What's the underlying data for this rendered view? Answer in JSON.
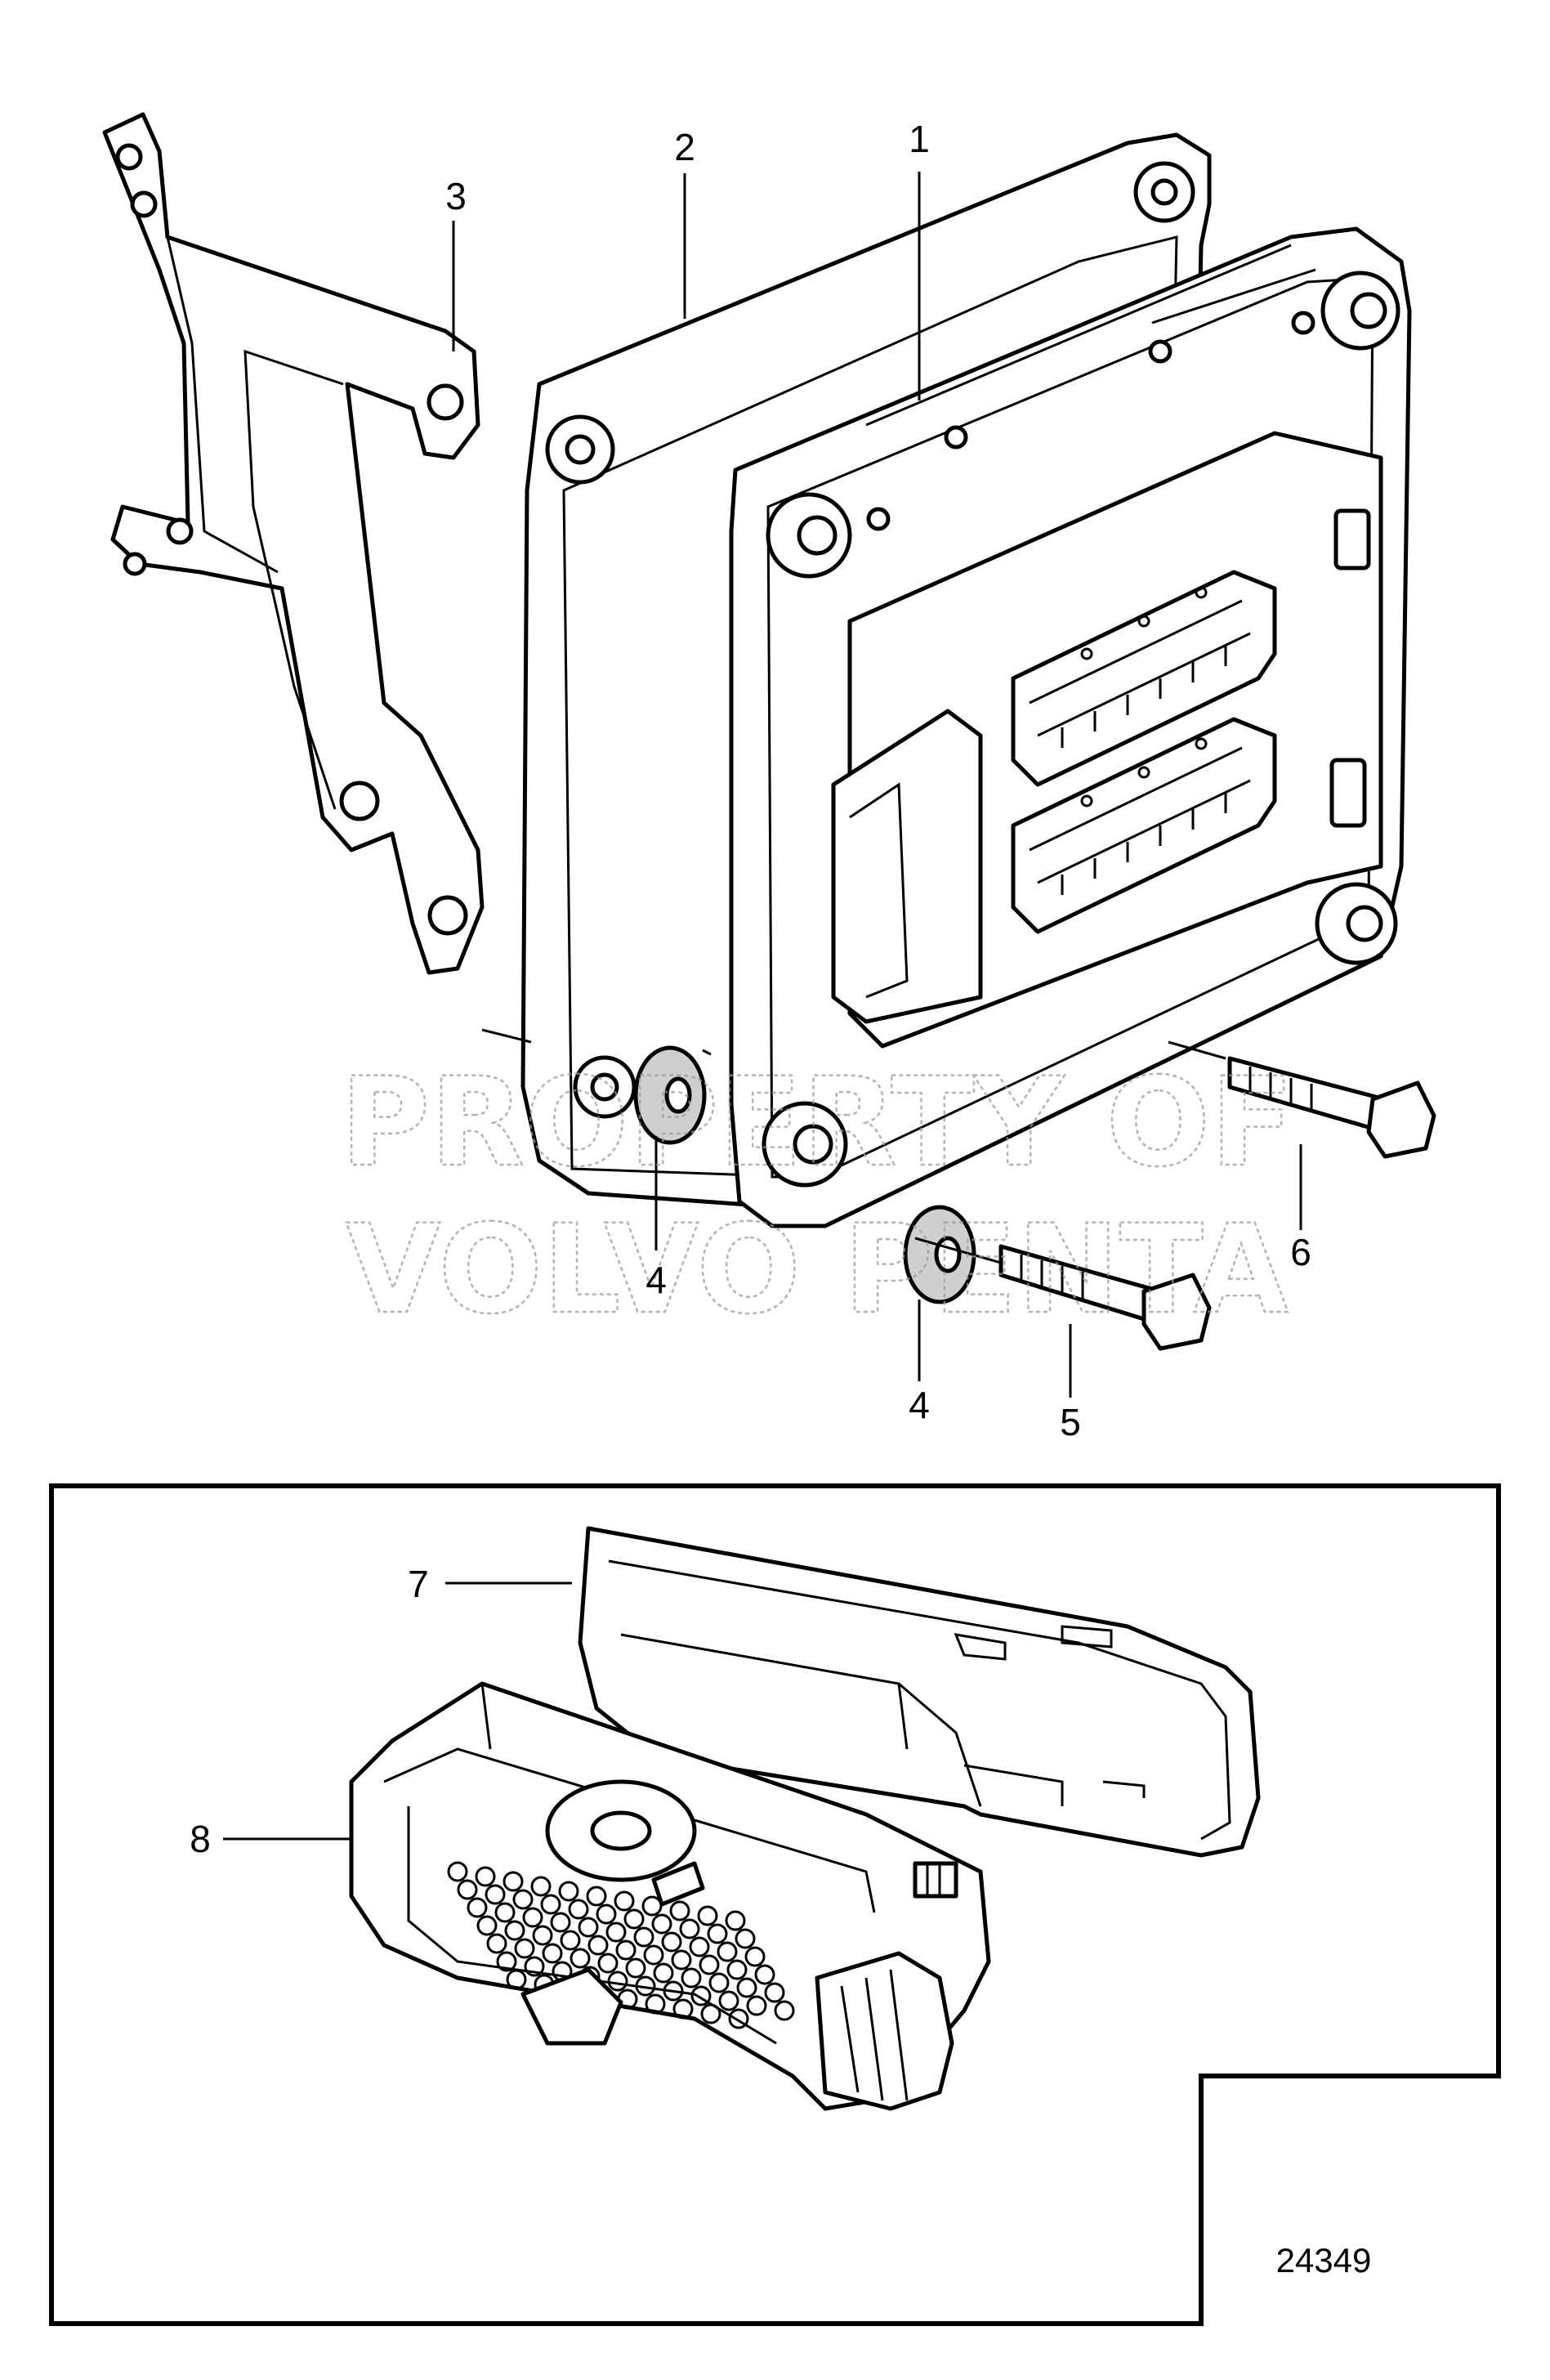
{
  "callouts": {
    "c1": "1",
    "c2": "2",
    "c3": "3",
    "c4a": "4",
    "c4b": "4",
    "c5": "5",
    "c6": "6",
    "c7": "7",
    "c8": "8"
  },
  "watermark": {
    "line1": "PROPERTY OF",
    "line2": "VOLVO PENTA"
  },
  "figure_number": "24349"
}
